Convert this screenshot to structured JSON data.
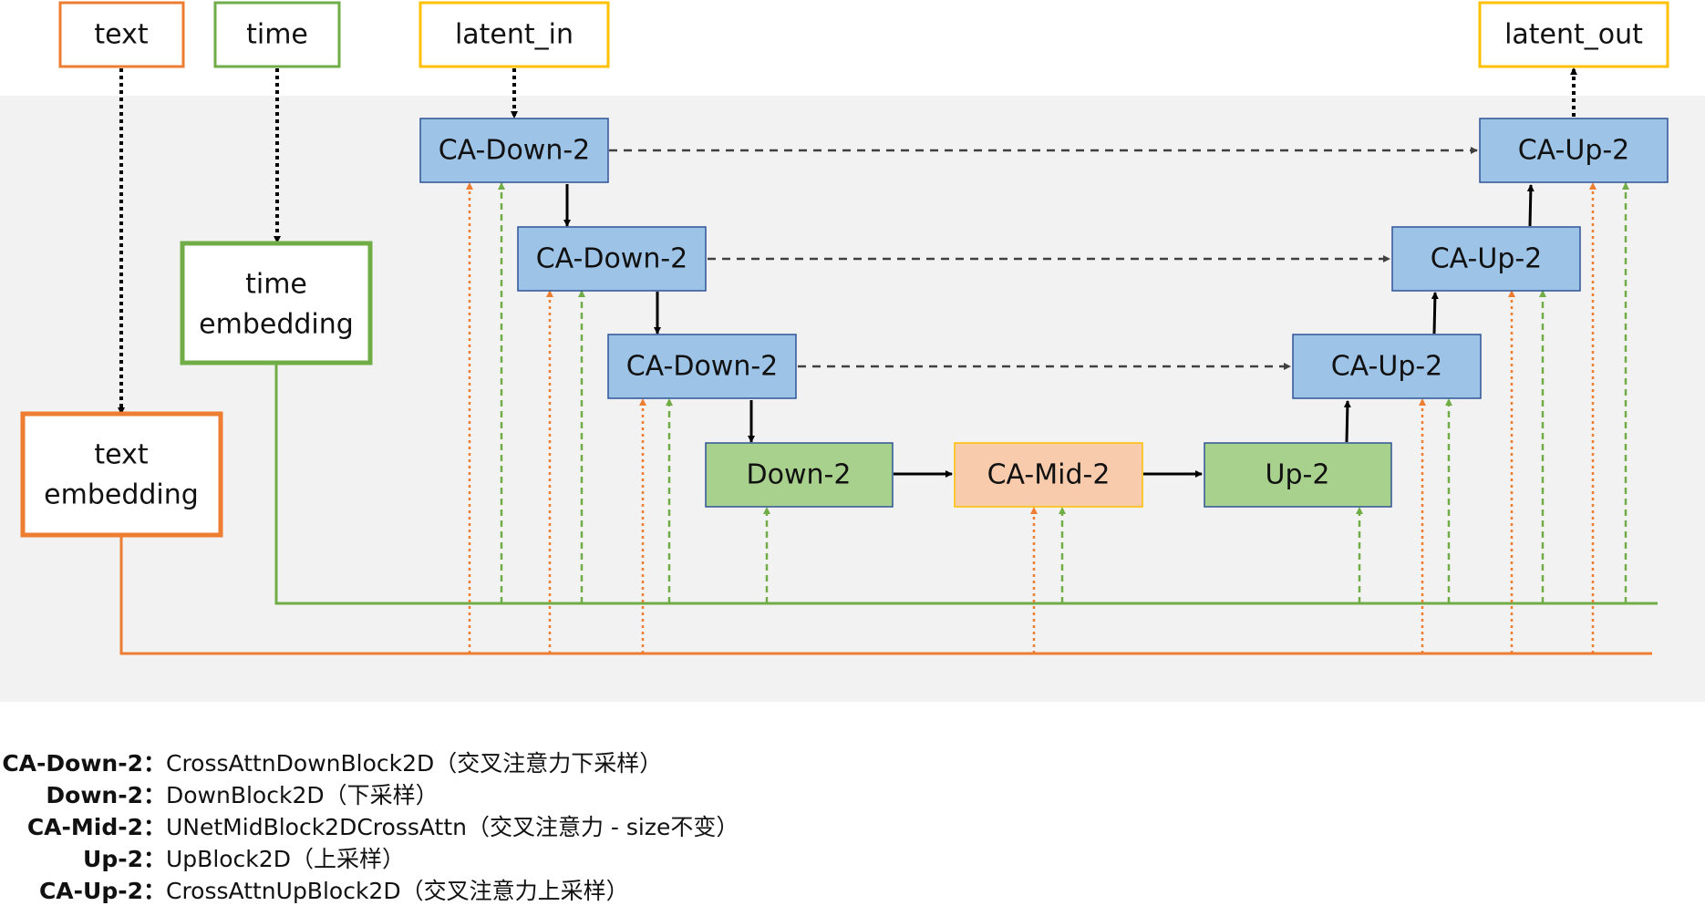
{
  "inputs": {
    "text": "text",
    "time": "time",
    "latent_in": "latent_in",
    "latent_out": "latent_out"
  },
  "embeddings": {
    "time_line1": "time",
    "time_line2": "embedding",
    "text_line1": "text",
    "text_line2": "embedding"
  },
  "blocks": {
    "down1": "CA-Down-2",
    "down2": "CA-Down-2",
    "down3": "CA-Down-2",
    "down4": "Down-2",
    "mid": "CA-Mid-2",
    "up4": "Up-2",
    "up3": "CA-Up-2",
    "up2": "CA-Up-2",
    "up1": "CA-Up-2"
  },
  "legend": [
    {
      "key": "CA-Down-2：",
      "desc": "CrossAttnDownBlock2D（交叉注意力下采样）"
    },
    {
      "key": "Down-2：",
      "desc": "DownBlock2D（下采样）"
    },
    {
      "key": "CA-Mid-2：",
      "desc": "UNetMidBlock2DCrossAttn（交叉注意力 - size不变）"
    },
    {
      "key": "Up-2：",
      "desc": "UpBlock2D（上采样）"
    },
    {
      "key": "CA-Up-2：",
      "desc": "CrossAttnUpBlock2D（交叉注意力上采样）"
    }
  ],
  "colors": {
    "text_orange": "#ED7D31",
    "time_green": "#70AD47",
    "latent_yellow": "#FFC000",
    "ca_blue_fill": "#9DC3E6",
    "plain_green_fill": "#A9D18E",
    "mid_orange_fill": "#F8CBAD",
    "panel_gray": "#F2F2F2",
    "border_navy": "#2F5597"
  }
}
